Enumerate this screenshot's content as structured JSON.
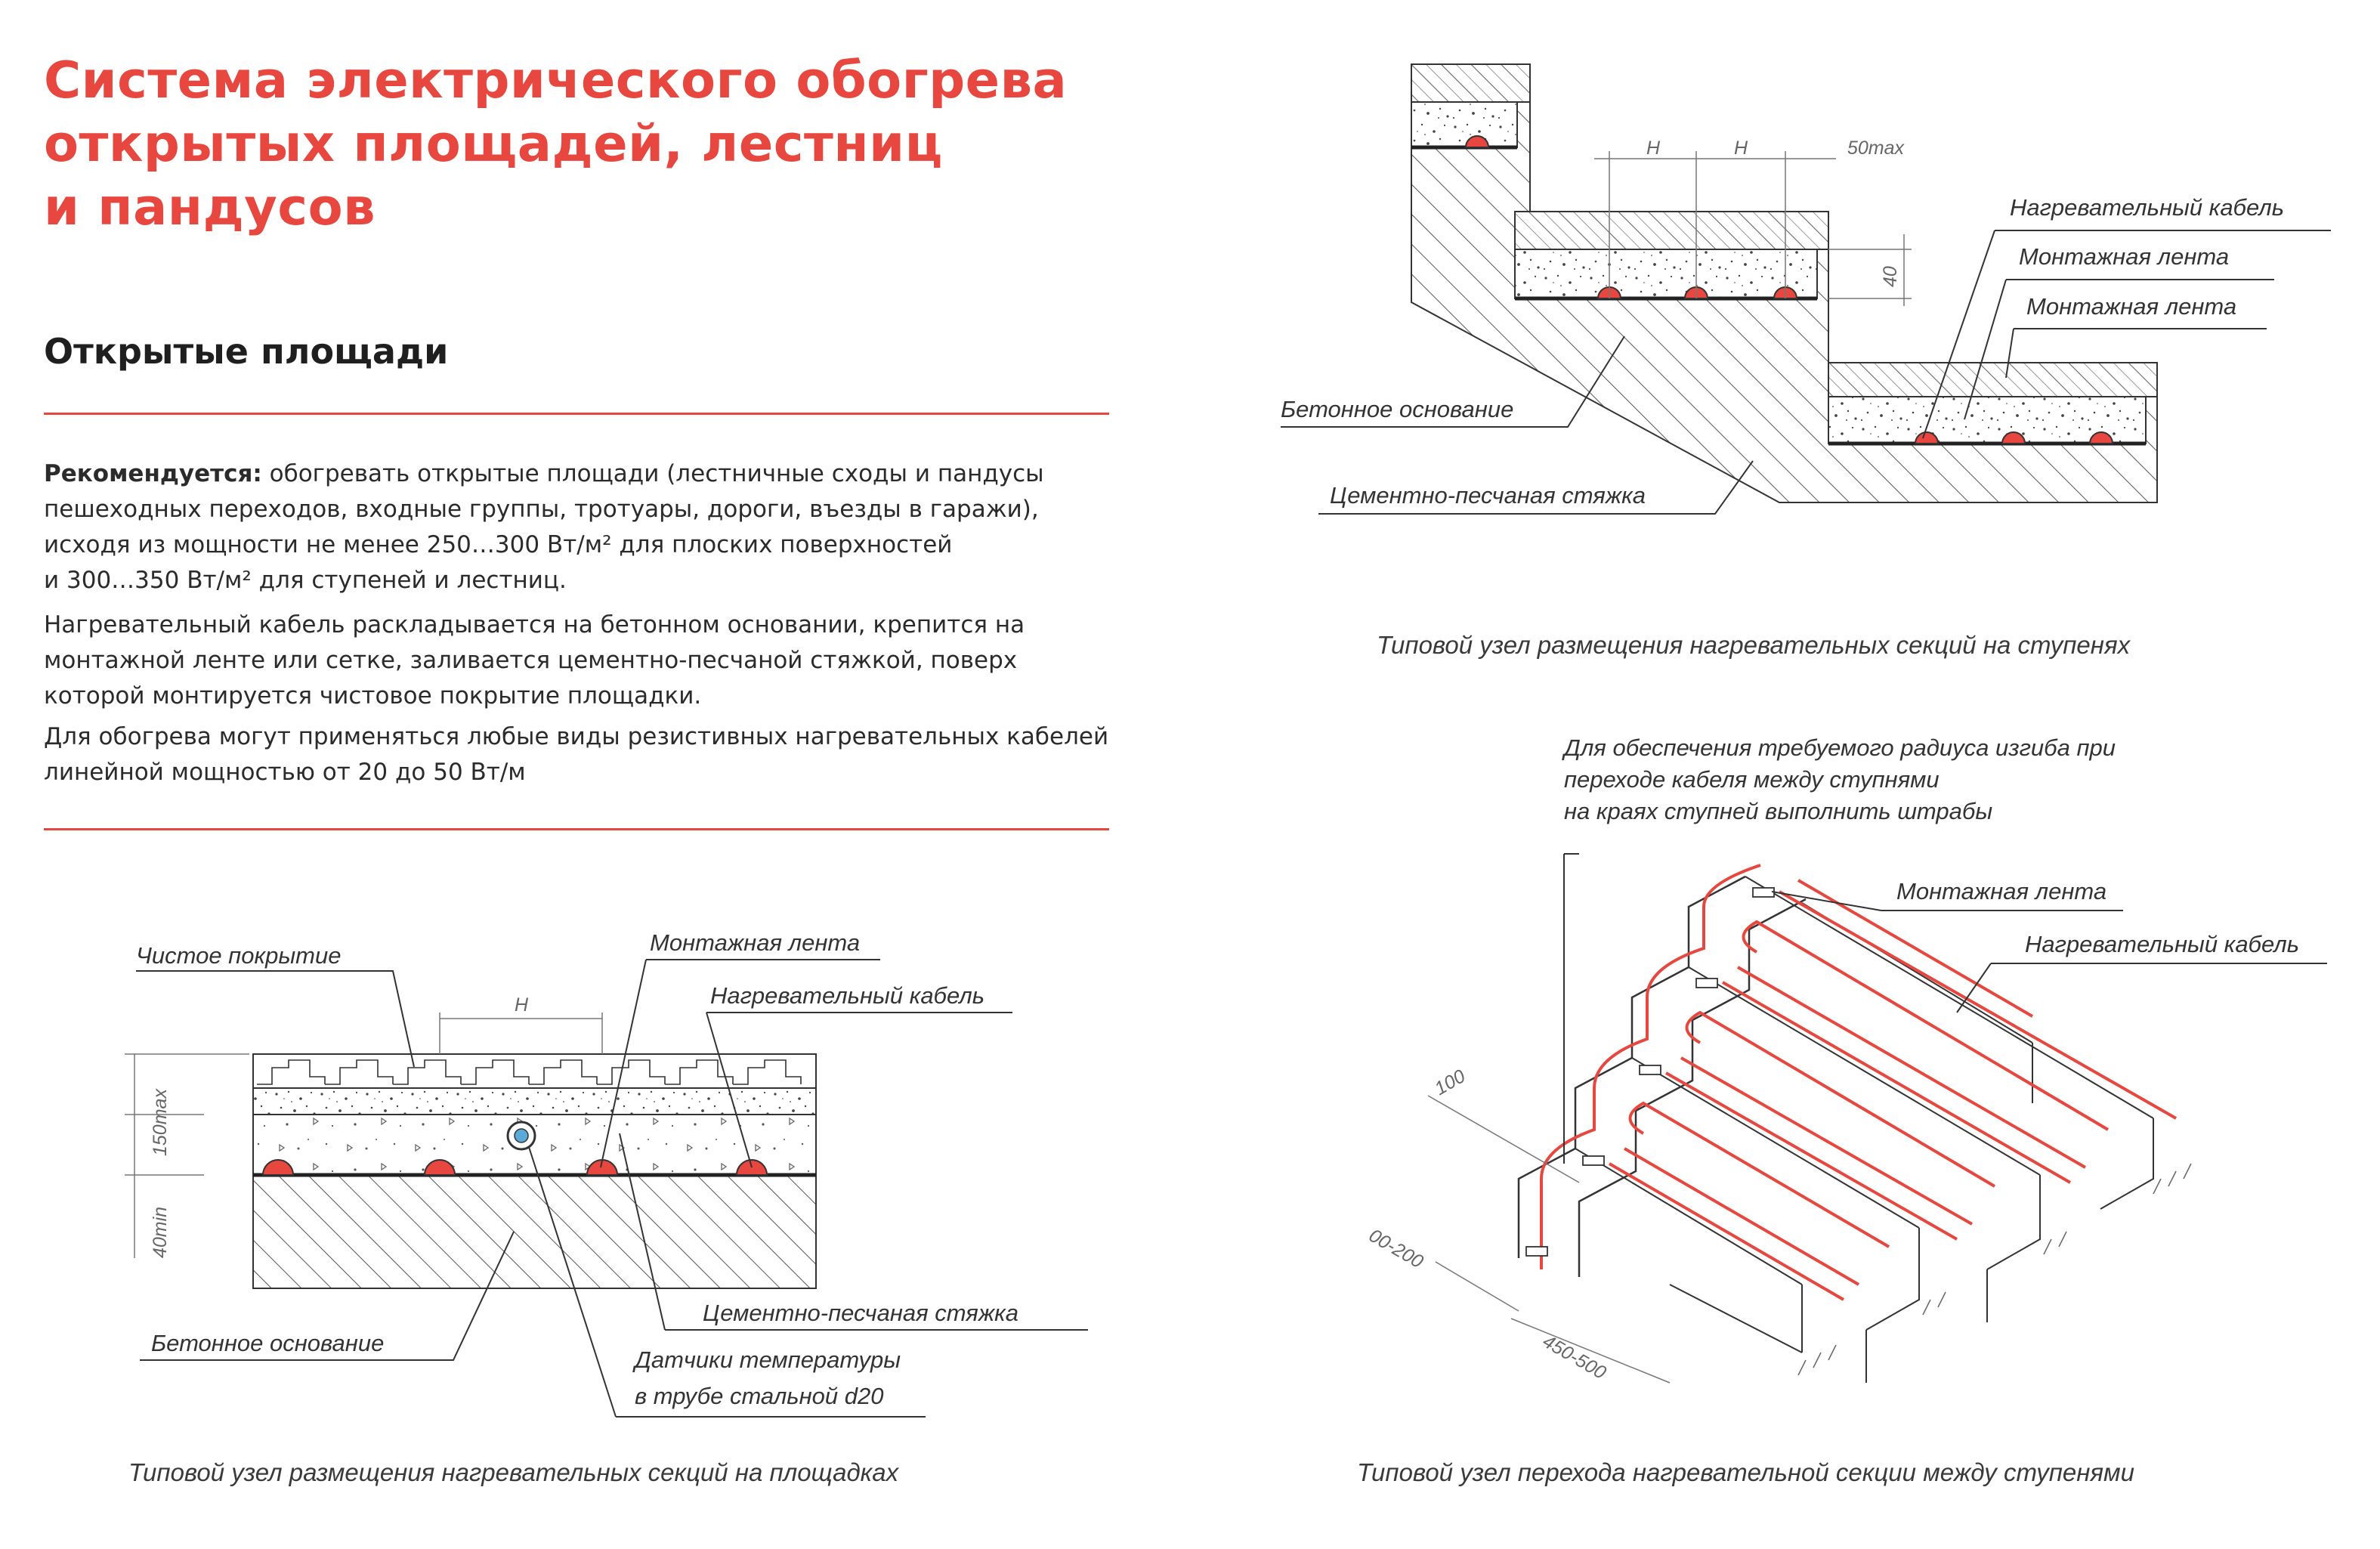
{
  "title": {
    "line1": "Система электрического обогрева",
    "line2": "открытых площадей, лестниц",
    "line3": "и пандусов"
  },
  "section_title": "Открытые площади",
  "text": {
    "recommend_label": "Рекомендуется:",
    "recommend_line1": " обогревать открытые площади (лестничные сходы и пандусы",
    "recommend_line2": "пешеходных переходов, входные группы, тротуары, дороги, въезды в гаражи),",
    "recommend_line3": "исходя из мощности не менее 250…300 Вт/м² для плоских поверхностей",
    "recommend_line4": "и 300…350 Вт/м² для ступеней и лестниц.",
    "p2_line1": "Нагревательный кабель раскладывается на бетонном основании, крепится на",
    "p2_line2": "монтажной ленте или сетке, заливается цементно-песчаной стяжкой, поверх",
    "p2_line3": "которой монтируется чистовое покрытие площадки.",
    "p3_line1": "Для обогрева могут применяться любые виды резистивных нагревательных кабелей",
    "p3_line2": "линейной мощностью от 20 до 50 Вт/м"
  },
  "diagram_platform": {
    "caption": "Типовой узел размещения нагревательных секций на площадках",
    "labels": {
      "finish": "Чистое покрытие",
      "tape": "Монтажная лента",
      "cable": "Нагревательный кабель",
      "screed": "Цементно-песчаная стяжка",
      "base": "Бетонное основание",
      "sensor_line1": "Датчики температуры",
      "sensor_line2": "в трубе стальной d20"
    },
    "dims": {
      "h": "H",
      "max": "150max",
      "min": "40min"
    }
  },
  "diagram_steps": {
    "caption": "Типовой узел размещения нагревательных секций на ступенях",
    "labels": {
      "cable": "Нагревательный кабель",
      "tape1": "Монтажная лента",
      "tape2": "Монтажная лента",
      "base": "Бетонное основание",
      "screed": "Цементно-песчаная стяжка"
    },
    "dims": {
      "h1": "H",
      "h2": "H",
      "max": "50max",
      "forty": "40"
    }
  },
  "diagram_transition": {
    "caption": "Типовой узел перехода нагревательной секции между ступенями",
    "note_line1": "Для обеспечения требуемого радиуса изгиба при",
    "note_line2": "переходе кабеля между ступнями",
    "note_line3": "на краях ступней выполнить штрабы",
    "labels": {
      "tape": "Монтажная лента",
      "cable": "Нагревательный кабель"
    },
    "dims": {
      "d100": "100",
      "d200": "00-200",
      "d450": "450-500"
    }
  },
  "colors": {
    "accent": "#e8473f",
    "cable": "#e8473f",
    "line": "#333333"
  }
}
